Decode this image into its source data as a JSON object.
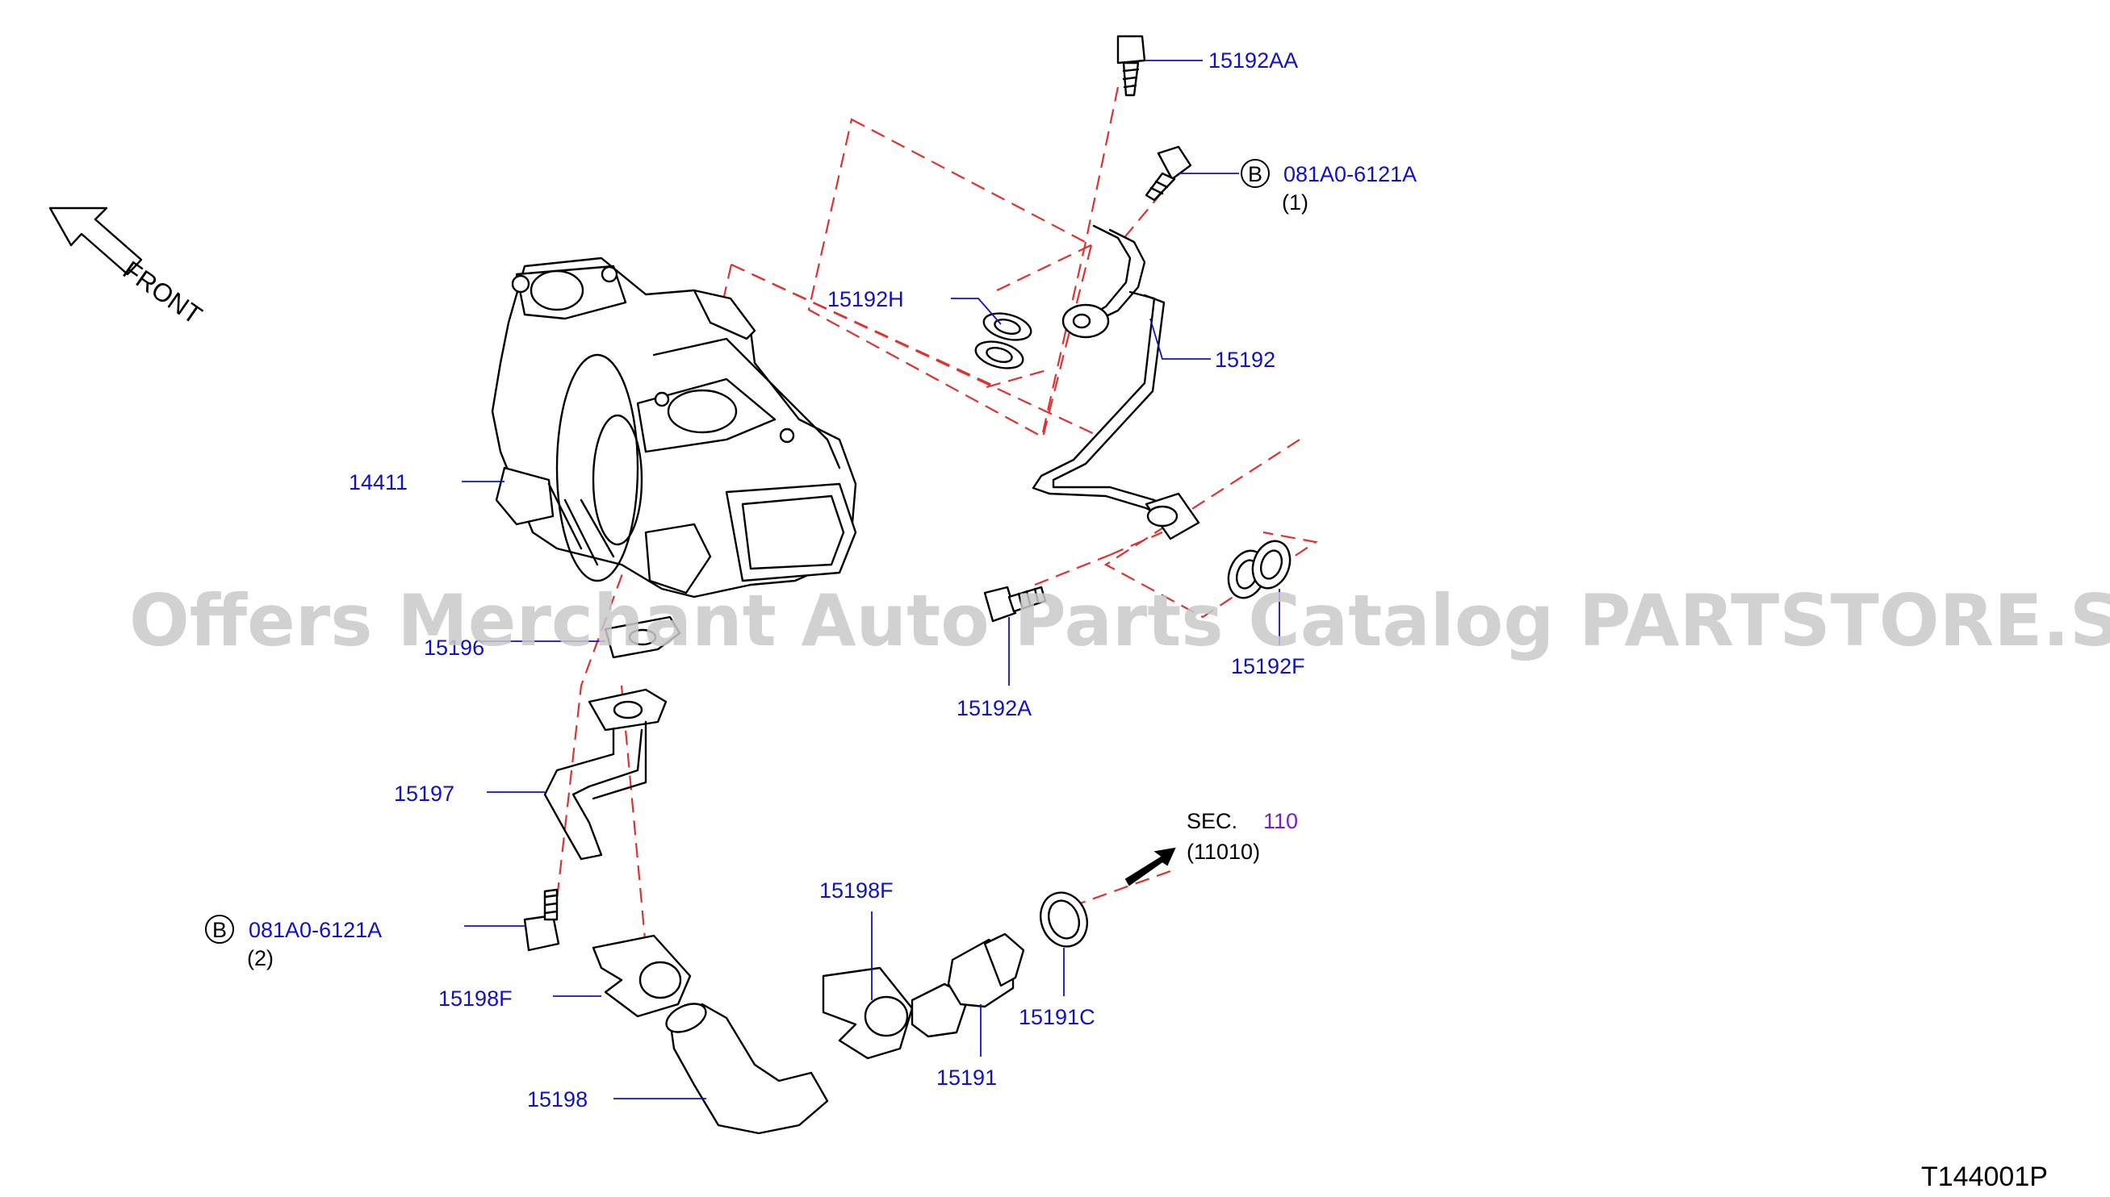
{
  "callouts": {
    "bolt_top": "15192AA",
    "bolt_upper": "081A0-6121A",
    "bolt_upper_qty": "(1)",
    "gasket_h": "15192H",
    "oil_tube": "15192",
    "turbo": "14411",
    "gasket_196": "15196",
    "eyebolt": "15192A",
    "gasket_f": "15192F",
    "return_tube": "15197",
    "bolt_lower": "081A0-6121A",
    "bolt_lower_qty": "(2)",
    "clamp_left": "15198F",
    "hose": "15198",
    "clamp_right": "15198F",
    "connector": "15191",
    "oring": "15191C"
  },
  "badge_letter": "B",
  "section_ref": {
    "prefix": "SEC.",
    "number": "110",
    "sub": "(11010)"
  },
  "front_label": "FRONT",
  "diagram_code": "T144001P",
  "watermark": "Offers Merchant Auto Parts Catalog PARTSTORE.SA",
  "colors": {
    "callout_text": "#1010cc",
    "leader_dash": "#e03030",
    "section_number": "#7a1fc7",
    "watermark": "#c9c9c9"
  }
}
